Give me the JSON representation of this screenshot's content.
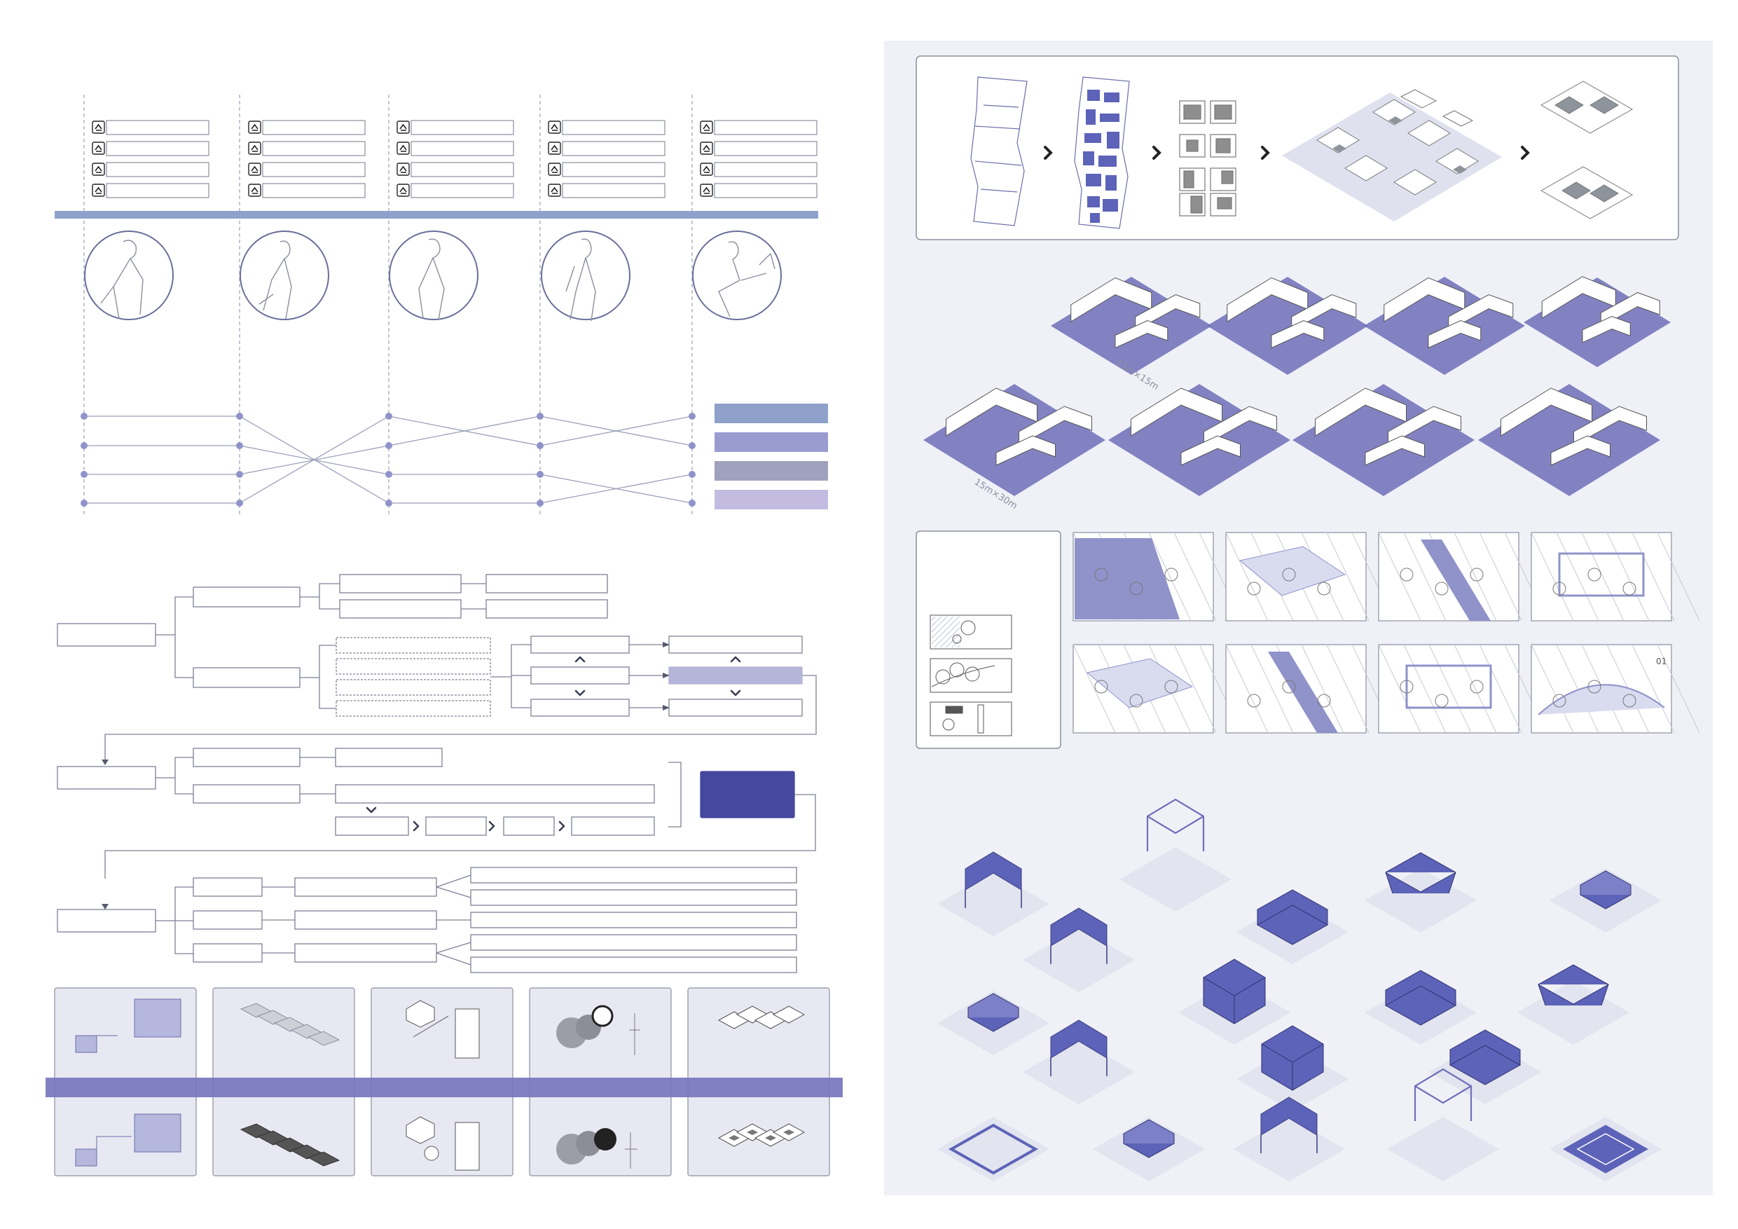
{
  "colors": {
    "accent": "#6f6fb9",
    "accent_dark": "#46479e",
    "accent_light": "#b5b5da",
    "steel_blue": "#8fa1cb",
    "lavender": "#9a9bcf",
    "grey_violet": "#a0a1bd",
    "pale_violet": "#c3bce0",
    "panel_bg": "#eff1f7",
    "line": "#8a8f9e"
  },
  "left": {
    "persona_columns": [
      {
        "icons": [
          "house-icon",
          "hiker-icon",
          "home-heart-icon",
          "bench-icon"
        ]
      },
      {
        "icons": [
          "house-icon",
          "tree-icon",
          "bus-icon",
          "smile-icon"
        ]
      },
      {
        "icons": [
          "steps-icon",
          "target-icon",
          "dining-icon",
          "crowd-icon"
        ]
      },
      {
        "icons": [
          "speaker-icon",
          "globe-icon",
          "bulb-icon",
          "dining-icon"
        ]
      },
      {
        "icons": [
          "palette-icon",
          "house-icon",
          "globe-icon",
          "museum-icon"
        ]
      }
    ],
    "legend_swatches": [
      "#8fa1cb",
      "#9a9bcf",
      "#a0a1bd",
      "#c3bce0"
    ],
    "bottom_panels": [
      {
        "top_icon": "plan-blocks-icon",
        "bottom_icon": "plan-blocks-icon"
      },
      {
        "top_icon": "grid-strip-icon",
        "bottom_icon": "grid-strip-dark-icon"
      },
      {
        "top_icon": "building-tower-icon",
        "bottom_icon": "building-bulb-icon"
      },
      {
        "top_icon": "commerce-figure-icon",
        "bottom_icon": "art-figure-icon"
      },
      {
        "top_icon": "iso-blocks-icon",
        "bottom_icon": "iso-blocks-courtyard-icon"
      }
    ]
  },
  "right": {
    "dimension_labels": {
      "small": "15m×15m",
      "large": "15m×30m"
    },
    "sketch_number": "01"
  }
}
